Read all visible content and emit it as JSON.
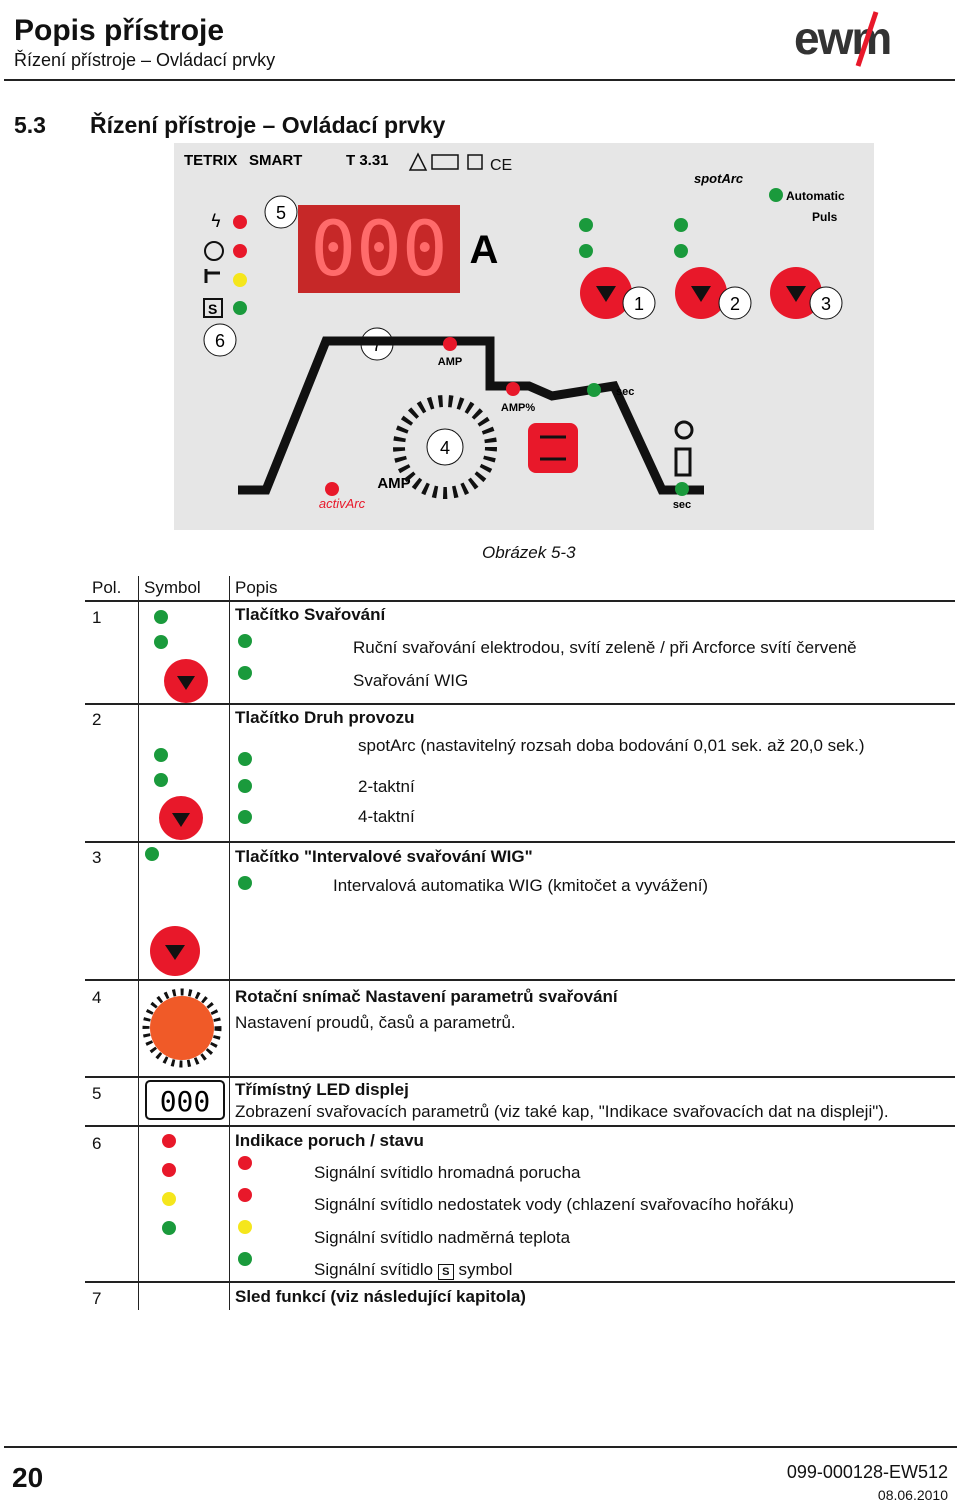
{
  "header": {
    "title": "Popis přístroje",
    "subtitle": "Řízení přístroje – Ovládací prvky",
    "logo_text": "ewm"
  },
  "section": {
    "number": "5.3",
    "title": "Řízení přístroje – Ovládací prvky"
  },
  "panel": {
    "brand": "TETRIX",
    "model": "SMART",
    "version": "T 3.31",
    "display": "000",
    "unit": "A",
    "spotarc": "spotArc",
    "automatic": "Automatic",
    "puls": "Puls",
    "amp": "AMP",
    "amp_pct": "AMP%",
    "sec": "sec",
    "activarc": "activArc",
    "callouts": [
      "1",
      "2",
      "3",
      "4",
      "5",
      "6",
      "7"
    ]
  },
  "figure_caption": "Obrázek 5-3",
  "table": {
    "headers": {
      "pos": "Pol.",
      "symbol": "Symbol",
      "desc": "Popis"
    },
    "rows": [
      {
        "pos": "1",
        "title": "Tlačítko Svařování",
        "items": [
          "Ruční svařování elektrodou, svítí zeleně / při Arcforce svítí červeně",
          "Svařování WIG"
        ]
      },
      {
        "pos": "2",
        "title": "Tlačítko Druh provozu",
        "items": [
          "spotArc (nastavitelný rozsah doba bodování 0,01 sek. až 20,0 sek.)",
          "2-taktní",
          "4-taktní"
        ]
      },
      {
        "pos": "3",
        "title": "Tlačítko \"Intervalové svařování WIG\"",
        "items": [
          "Intervalová automatika WIG (kmitočet a vyvážení)"
        ]
      },
      {
        "pos": "4",
        "title": "Rotační snímač Nastavení parametrů svařování",
        "items": [
          "Nastavení proudů, časů a parametrů."
        ]
      },
      {
        "pos": "5",
        "title": "Třímístný LED displej",
        "items": [
          "Zobrazení svařovacích parametrů (viz také kap, \"Indikace svařovacích dat na displeji\")."
        ]
      },
      {
        "pos": "6",
        "title": "Indikace poruch / stavu",
        "items": [
          "Signální svítidlo hromadná porucha",
          "Signální svítidlo nedostatek vody (chlazení svařovacího hořáku)",
          "Signální svítidlo nadměrná teplota",
          "Signální svítidlo",
          "symbol"
        ]
      },
      {
        "pos": "7",
        "title": "Sled funkcí (viz následující kapitola)",
        "items": []
      }
    ]
  },
  "footer": {
    "page": "20",
    "doc_id": "099-000128-EW512",
    "date": "08.06.2010"
  },
  "colors": {
    "green": "#1a9a3c",
    "red": "#e8182a",
    "yellow": "#f5e61c",
    "panel_bg": "#e6e6e6",
    "knob": "#f05a28"
  },
  "icons": [
    "lightning-icon",
    "water-icon",
    "temperature-icon",
    "s-symbol-icon",
    "electrode-icon",
    "wig-torch-icon",
    "spotarc-icon",
    "two-stroke-icon",
    "four-stroke-icon",
    "pulse-icon",
    "down-arrow-icon",
    "gas-icon",
    "clock-icon"
  ]
}
